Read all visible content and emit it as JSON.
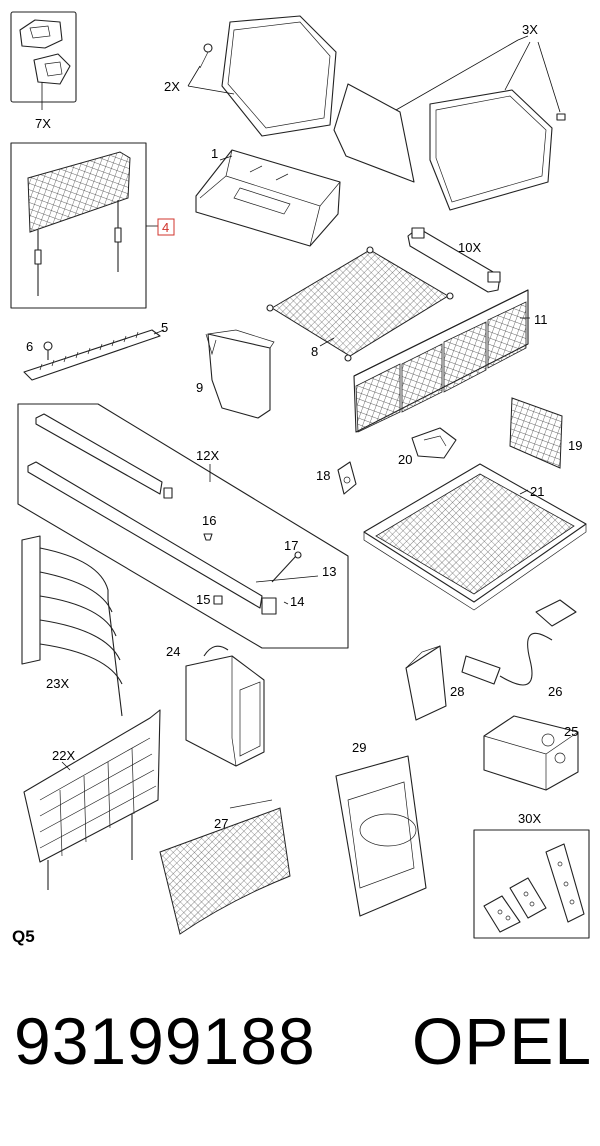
{
  "diagram": {
    "section_code": "Q5",
    "labels": {
      "l1": "1",
      "l2x": "2X",
      "l3x": "3X",
      "l4": "4",
      "l5": "5",
      "l6": "6",
      "l7x": "7X",
      "l8": "8",
      "l9": "9",
      "l10x": "10X",
      "l11": "11",
      "l12x": "12X",
      "l13": "13",
      "l14": "14",
      "l15": "15",
      "l16": "16",
      "l17": "17",
      "l18": "18",
      "l19": "19",
      "l20": "20",
      "l21": "21",
      "l22x": "22X",
      "l23x": "23X",
      "l24": "24",
      "l25": "25",
      "l26": "26",
      "l27": "27",
      "l28": "28",
      "l29": "29",
      "l30x": "30X"
    },
    "highlight_color": "#d0342c"
  },
  "footer": {
    "part_number": "93199188",
    "brand": "OPEL"
  }
}
